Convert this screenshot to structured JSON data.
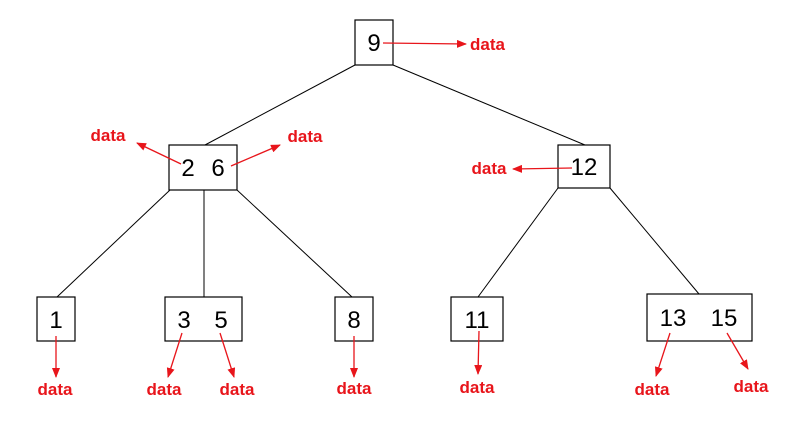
{
  "colors": {
    "pointer": "#e8151b",
    "line": "#000000",
    "box_fill": "#ffffff"
  },
  "tree": {
    "root": {
      "keys": [
        "9"
      ],
      "data_labels": [
        "data"
      ]
    },
    "level1": [
      {
        "keys": [
          "2",
          "6"
        ],
        "data_labels": [
          "data",
          "data"
        ]
      },
      {
        "keys": [
          "12"
        ],
        "data_labels": [
          "data"
        ]
      }
    ],
    "leaves": [
      {
        "keys": [
          "1"
        ],
        "data_labels": [
          "data"
        ]
      },
      {
        "keys": [
          "3",
          "5"
        ],
        "data_labels": [
          "data",
          "data"
        ]
      },
      {
        "keys": [
          "8"
        ],
        "data_labels": [
          "data"
        ]
      },
      {
        "keys": [
          "11"
        ],
        "data_labels": [
          "data"
        ]
      },
      {
        "keys": [
          "13",
          "15"
        ],
        "data_labels": [
          "data",
          "data"
        ]
      }
    ]
  }
}
